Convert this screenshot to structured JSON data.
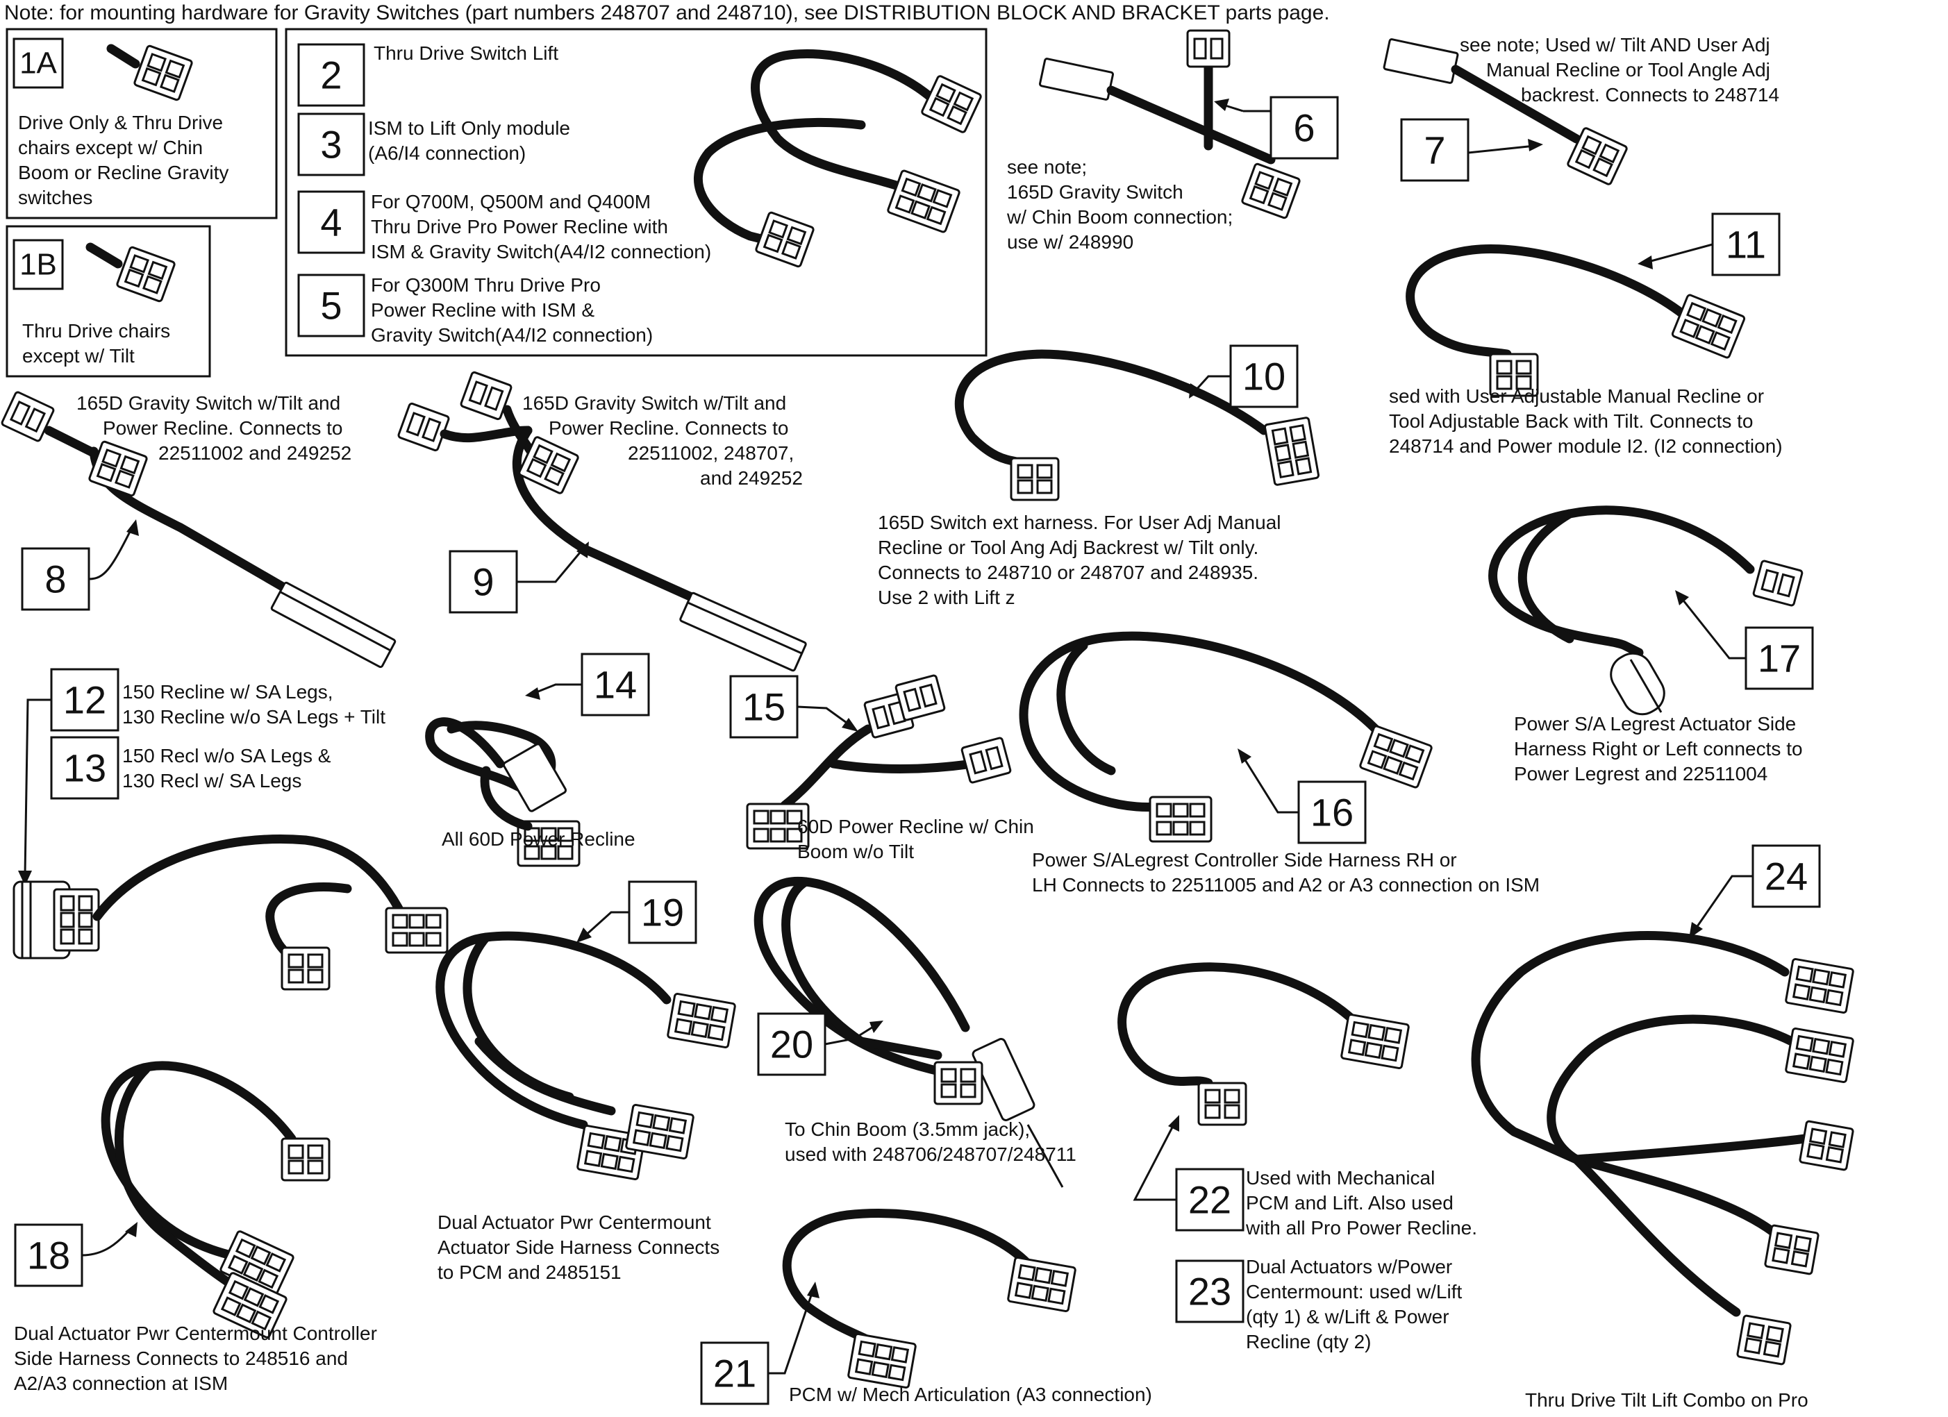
{
  "note": "Note: for mounting hardware for Gravity Switches (part numbers 248707 and 248710), see DISTRIBUTION BLOCK AND BRACKET parts page.",
  "items": {
    "1A": {
      "num": "1A",
      "lines": [
        "Drive Only & Thru Drive",
        "chairs except w/ Chin",
        "Boom or Recline Gravity",
        "switches"
      ]
    },
    "1B": {
      "num": "1B",
      "lines": [
        "Thru Drive chairs",
        "except w/ Tilt"
      ]
    },
    "2": {
      "num": "2",
      "lines": [
        "Thru Drive Switch Lift"
      ]
    },
    "3": {
      "num": "3",
      "lines": [
        "ISM to Lift Only module",
        "(A6/I4 connection)"
      ]
    },
    "4": {
      "num": "4",
      "lines": [
        "For Q700M, Q500M and Q400M",
        "Thru Drive Pro Power Recline with",
        "ISM & Gravity Switch(A4/I2 connection)"
      ]
    },
    "5": {
      "num": "5",
      "lines": [
        "For Q300M Thru Drive Pro",
        "Power Recline with ISM &",
        "Gravity Switch(A4/I2 connection)"
      ]
    },
    "6": {
      "num": "6",
      "lines": [
        "see note;",
        "165D Gravity Switch",
        "w/ Chin Boom connection;",
        "use w/ 248990"
      ]
    },
    "7": {
      "num": "7",
      "lines": [
        "see note; Used w/ Tilt AND User Adj",
        "Manual Recline or Tool Angle Adj",
        "backrest. Connects to 248714"
      ]
    },
    "8": {
      "num": "8",
      "lines": [
        "165D Gravity Switch w/Tilt and",
        "Power Recline. Connects to",
        "22511002 and 249252"
      ]
    },
    "9": {
      "num": "9",
      "lines": [
        "165D Gravity Switch w/Tilt and",
        "Power Recline. Connects to",
        "22511002, 248707,",
        "and 249252"
      ]
    },
    "10": {
      "num": "10",
      "lines": [
        "165D Switch ext harness. For User Adj Manual",
        "Recline or Tool Ang Adj Backrest w/ Tilt only.",
        "Connects to 248710 or 248707 and 248935.",
        "Use 2 with Lift z"
      ]
    },
    "11": {
      "num": "11",
      "lines": [
        "sed with User Adjustable Manual Recline or",
        "Tool Adjustable Back with Tilt. Connects to",
        "248714 and Power module I2. (I2 connection)"
      ]
    },
    "12": {
      "num": "12",
      "lines": [
        "150 Recline w/ SA Legs,",
        "130 Recline w/o SA Legs + Tilt"
      ]
    },
    "13": {
      "num": "13",
      "lines": [
        "150 Recl w/o SA Legs &",
        " 130 Recl w/ SA Legs"
      ]
    },
    "14": {
      "num": "14",
      "lines": [
        "All 60D Power Recline"
      ]
    },
    "15": {
      "num": "15",
      "lines": [
        "60D Power Recline w/ Chin",
        "Boom w/o Tilt"
      ]
    },
    "16": {
      "num": "16",
      "lines": [
        "Power S/ALegrest Controller Side Harness RH or",
        " LH Connects to 22511005 and A2 or A3 connection on ISM"
      ]
    },
    "17": {
      "num": "17",
      "lines": [
        "Power S/A Legrest Actuator Side",
        "Harness Right or Left connects to",
        "Power Legrest and 22511004"
      ]
    },
    "18": {
      "num": "18",
      "lines": [
        "Dual Actuator Pwr Centermount Controller",
        "Side Harness Connects to 248516 and",
        "A2/A3 connection at ISM"
      ]
    },
    "19": {
      "num": "19",
      "lines": [
        "Dual Actuator Pwr Centermount",
        "Actuator Side Harness Connects",
        "to PCM and 2485151"
      ]
    },
    "20": {
      "num": "20",
      "lines": [
        "To Chin Boom (3.5mm jack),",
        "used with 248706/248707/248711"
      ]
    },
    "21": {
      "num": "21",
      "lines": [
        "PCM w/ Mech Articulation (A3 connection)"
      ]
    },
    "22": {
      "num": "22",
      "lines": [
        "Used with Mechanical",
        "PCM and Lift.  Also used",
        "with all Pro Power Recline."
      ]
    },
    "23": {
      "num": "23",
      "lines": [
        "Dual Actuators w/Power",
        "Centermount: used w/Lift",
        "(qty 1) & w/Lift & Power",
        "Recline (qty 2)"
      ]
    },
    "24": {
      "num": "24",
      "lines": [
        "Thru Drive Tilt Lift Combo on Pro"
      ]
    }
  }
}
